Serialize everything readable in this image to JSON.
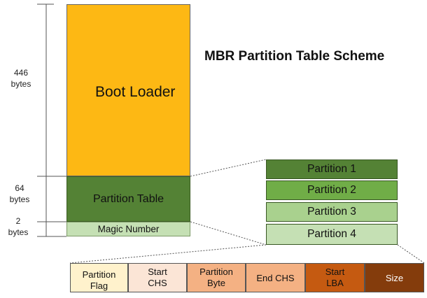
{
  "title": "MBR Partition Table Scheme",
  "mbr": {
    "boot_loader": "Boot Loader",
    "partition_table": "Partition Table",
    "magic_number": "Magic Number"
  },
  "sizes": {
    "boot_loader": {
      "number": "446",
      "unit": "bytes"
    },
    "partition_table": {
      "number": "64",
      "unit": "bytes"
    },
    "magic_number": {
      "number": "2",
      "unit": "bytes"
    }
  },
  "partitions": [
    "Partition 1",
    "Partition 2",
    "Partition 3",
    "Partition 4"
  ],
  "entry_fields": [
    {
      "line1": "Partition",
      "line2": "Flag"
    },
    {
      "line1": "Start",
      "line2": "CHS"
    },
    {
      "line1": "Partition",
      "line2": "Byte"
    },
    {
      "line1": "End CHS",
      "line2": ""
    },
    {
      "line1": "Start",
      "line2": "LBA"
    },
    {
      "line1": "Size",
      "line2": ""
    }
  ],
  "colors": {
    "boot_loader": "#fdb814",
    "partition_table": "#548235",
    "magic_number": "#c5e0b4",
    "partition_1": "#548235",
    "partition_2": "#70ad47",
    "partition_3": "#a9d18e",
    "partition_4": "#c5e0b4",
    "field_flag": "#fff2cc",
    "field_start_chs": "#fbe5d6",
    "field_partition_byte": "#f4b183",
    "field_end_chs": "#f4b183",
    "field_start_lba": "#c55a11",
    "field_size": "#843c0c"
  }
}
